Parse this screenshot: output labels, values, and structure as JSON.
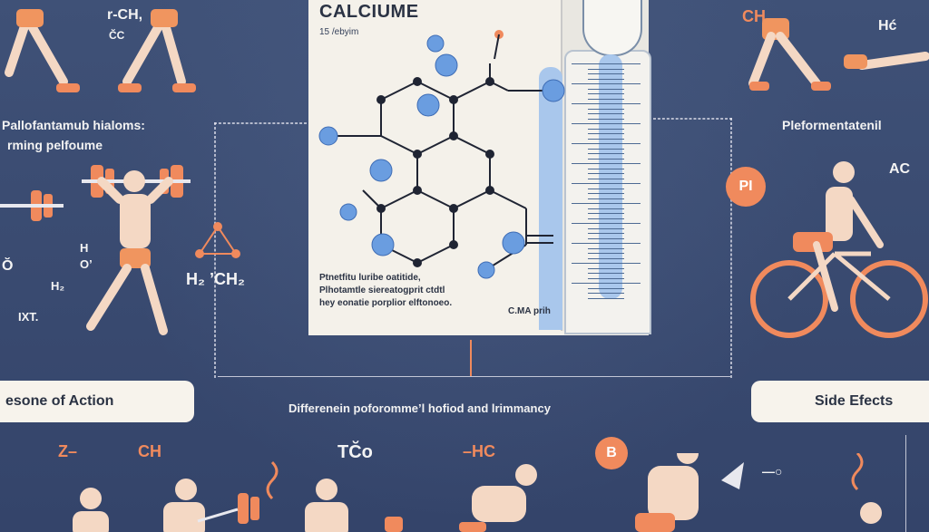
{
  "poster": {
    "title": "CALCIUME",
    "subtitle": "15 /ebyim",
    "description_lines": [
      "Ptnetfitu luribe oatitide,",
      "Plhotamtle siereatogprit ctdtl",
      "hey eonatie porplior elftonoeo."
    ],
    "measure_label": "C.MA prih"
  },
  "left": {
    "heading_line1": "Pallofantamub hialoms:",
    "heading_line2": "rming pelfoume",
    "mechanism_label": "esone of Action",
    "chem_labels": [
      "r-CH,",
      "C̆C",
      "Ŏ",
      "H₂",
      "IXT.",
      "H",
      "O’",
      "H₂ ’CH₂"
    ]
  },
  "right": {
    "heading": "Pleformentatenil",
    "side_effects_label": "Side Efects",
    "chem_labels": [
      "CH",
      "Hć",
      "AC"
    ],
    "badge_text": "PI"
  },
  "middle": {
    "footer_caption": "Differenein poforomme’l hofiod and lrimmancy"
  },
  "bottom": {
    "chem_labels": [
      "Z–",
      "CH",
      "TC̆o",
      "–HC",
      "—○"
    ],
    "badge_text": "B"
  },
  "colors": {
    "background": "#3d4e74",
    "accent_orange": "#f08a5d",
    "accent_blue": "#6a9de0",
    "panel": "#f4f1ea"
  }
}
